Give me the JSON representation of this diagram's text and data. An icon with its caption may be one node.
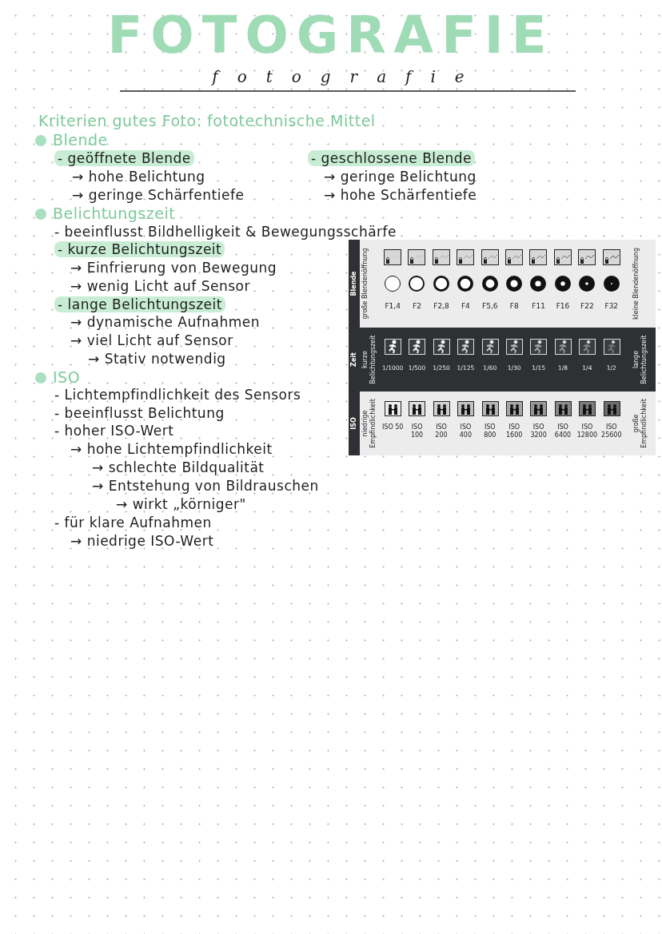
{
  "diagram": {
    "title": "FOTOGRAFIE",
    "labels": [
      "fotografie",
      "Kriterien gutes Foto: fototechnische Mittel",
      "Blende",
      "- geöffnete Blende",
      "→ hohe Belichtung",
      "→ geringe Schärfentiefe",
      "- geschlossene Blende",
      "→ geringe Belichtung",
      "→ hohe Schärfentiefe",
      "Belichtungszeit",
      "- beeinflusst Bildhelligkeit & Bewegungsschärfe",
      "- kurze Belichtungszeit",
      "→ Einfrierung von Bewegung",
      "→ wenig Licht auf Sensor",
      "- lange Belichtungszeit",
      "→ dynamische Aufnahmen",
      "→ viel Licht auf Sensor",
      "→ Stativ notwendig",
      "ISO",
      "- Lichtempfindlichkeit des Sensors",
      "- beeinflusst Belichtung",
      "- hoher ISO-Wert",
      "→ hohe Lichtempfindlichkeit",
      "→ schlechte Bildqualität",
      "→ Entstehung von Bildrauschen",
      "→ wirkt „körniger\"",
      "- für klare Aufnahmen",
      "→ niedrige ISO-Wert",
      "Blende",
      "große Blendenöffnung",
      "F1,4",
      "F2",
      "F2,8",
      "F4",
      "F5,6",
      "F8",
      "F11",
      "F16",
      "F22",
      "F32",
      "kleine Blendenöffnung",
      "Zeit",
      "kurze Belichtungszeit",
      "1/1000",
      "1/500",
      "1/250",
      "1/125",
      "1/60",
      "1/30",
      "1/15",
      "1/8",
      "1/4",
      "1/2",
      "lange Belichtungszeit",
      "ISO",
      "niedrige Empfindlichkeit",
      "ISO 50",
      "ISO 100",
      "ISO 200",
      "ISO 400",
      "ISO 800",
      "ISO 1600",
      "ISO 3200",
      "ISO 6400",
      "ISO 12800",
      "ISO 25600",
      "große Empfindlichkeit"
    ]
  }
}
